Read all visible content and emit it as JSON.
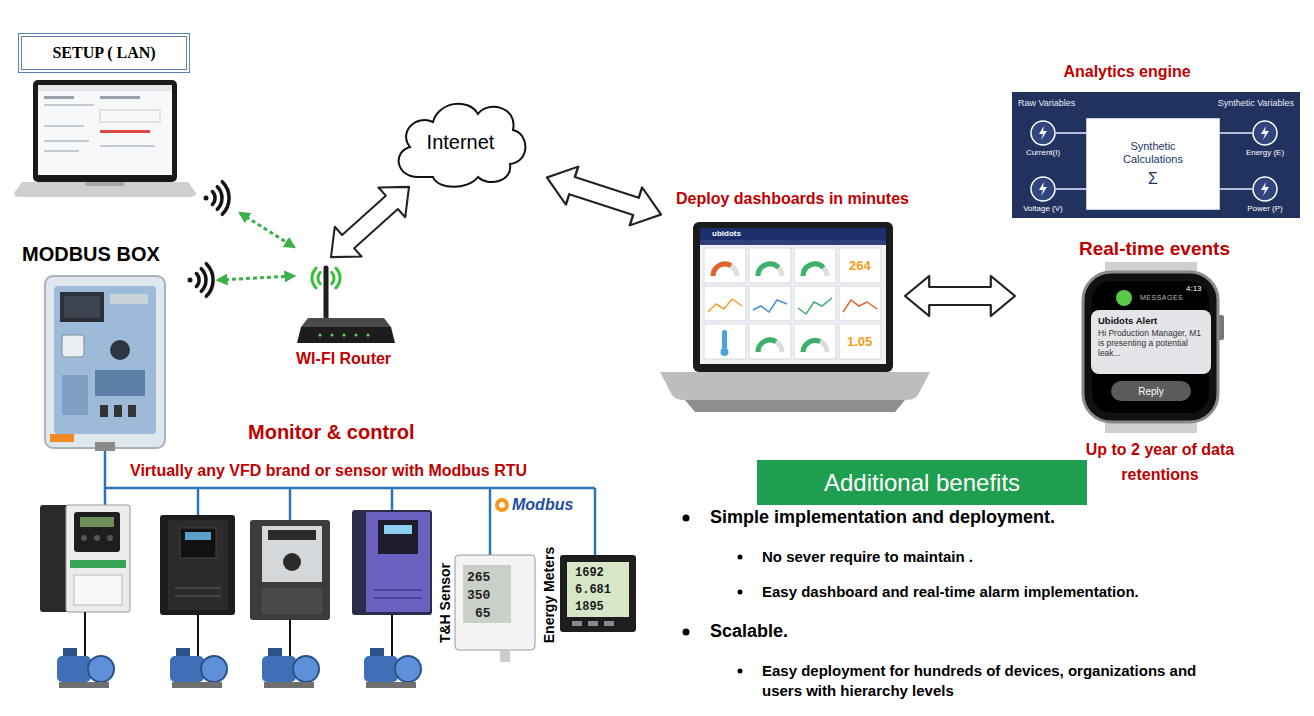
{
  "diagram": {
    "nodes": [
      {
        "text": [
          "SETUP ( LAN)"
        ]
      },
      {
        "text": [
          "Internet"
        ]
      },
      {
        "text": [
          "Analytics engine",
          "Raw Variables",
          "Synthetic Variables"
        ]
      },
      {
        "text": [
          "Synthetic Calculations",
          "Σ"
        ],
        "in": 2
      },
      {
        "text": [
          "Current(I)"
        ],
        "in": 2
      },
      {
        "text": [
          "Voltage (V)"
        ],
        "in": 2
      },
      {
        "text": [
          "Energy (E)"
        ],
        "in": 2
      },
      {
        "text": [
          "Power (P)"
        ],
        "in": 2
      },
      {
        "text": [
          "Ubidots Alert",
          "Hi Production Manager, M1 is presenting a potential leak..."
        ]
      },
      {
        "text": [
          "Reply"
        ]
      },
      {
        "text": [
          "Additional benefits"
        ]
      }
    ],
    "edges": [
      {
        "from": 4,
        "to": 3,
        "arrow": "none"
      },
      {
        "from": 5,
        "to": 3,
        "arrow": "none"
      },
      {
        "from": 3,
        "to": 6,
        "arrow": "none"
      },
      {
        "from": 3,
        "to": 7,
        "arrow": "none"
      }
    ],
    "labels": [
      "MODBUS BOX",
      "WI-FI Router",
      "Deploy dashboards in minutes",
      "ubidots",
      "264",
      "1.05",
      "Real-time events",
      "4:13",
      "MESSAGES",
      "Up to 2 year of data retentions",
      "Monitor & control",
      "Virtually any VFD brand or sensor with Modbus RTU",
      "Modbus",
      "T&H Sensor",
      "265",
      "350",
      "65",
      "Energy Meters",
      "1692",
      "6.681",
      "1895",
      "Simple implementation and deployment.",
      "No sever require to maintain .",
      "Easy dashboard and real-time alarm implementation.",
      "Scalable.",
      "Easy deployment for hundreds of devices, organizations and users with hierarchy levels"
    ]
  }
}
